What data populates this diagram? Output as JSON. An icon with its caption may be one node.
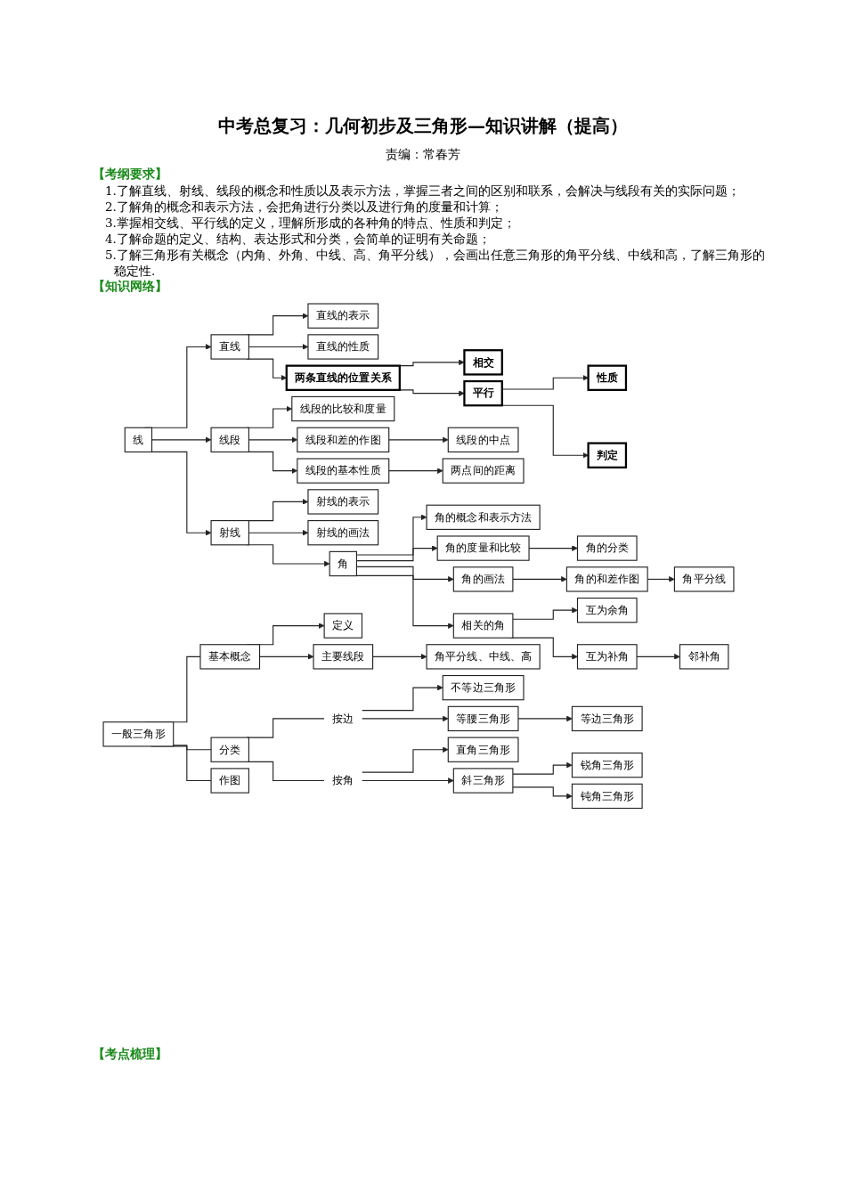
{
  "diagram": {
    "title": "中考总复习：几何初步及三角形—知识讲解（提高）",
    "nodes": [
      {
        "text": [
          "线"
        ]
      },
      {
        "text": [
          "直线"
        ]
      },
      {
        "text": [
          "直线的表示"
        ]
      },
      {
        "text": [
          "直线的性质"
        ]
      },
      {
        "text": [
          "两条直线的位置关系"
        ]
      },
      {
        "text": [
          "相交"
        ]
      },
      {
        "text": [
          "平行"
        ]
      },
      {
        "text": [
          "性质"
        ]
      },
      {
        "text": [
          "判定"
        ]
      },
      {
        "text": [
          "线段"
        ]
      },
      {
        "text": [
          "线段的比较和度量"
        ]
      },
      {
        "text": [
          "线段和差的作图"
        ]
      },
      {
        "text": [
          "线段的中点"
        ]
      },
      {
        "text": [
          "线段的基本性质"
        ]
      },
      {
        "text": [
          "两点间的距离"
        ]
      },
      {
        "text": [
          "射线"
        ]
      },
      {
        "text": [
          "射线的表示"
        ]
      },
      {
        "text": [
          "射线的画法"
        ]
      },
      {
        "text": [
          "角"
        ]
      },
      {
        "text": [
          "角的概念和表示方法"
        ]
      },
      {
        "text": [
          "角的度量和比较"
        ]
      },
      {
        "text": [
          "角的分类"
        ]
      },
      {
        "text": [
          "角的画法"
        ]
      },
      {
        "text": [
          "角的和差作图"
        ]
      },
      {
        "text": [
          "角平分线"
        ]
      },
      {
        "text": [
          "相关的角"
        ]
      },
      {
        "text": [
          "互为余角"
        ]
      },
      {
        "text": [
          "互为补角"
        ]
      },
      {
        "text": [
          "邻补角"
        ]
      },
      {
        "text": [
          "一般三角形"
        ]
      },
      {
        "text": [
          "基本概念"
        ]
      },
      {
        "text": [
          "定义"
        ]
      },
      {
        "text": [
          "主要线段"
        ]
      },
      {
        "text": [
          "角平分线、中线、高"
        ]
      },
      {
        "text": [
          "分类"
        ]
      },
      {
        "text": [
          "按边"
        ]
      },
      {
        "text": [
          "不等边三角形"
        ]
      },
      {
        "text": [
          "等腰三角形"
        ]
      },
      {
        "text": [
          "等边三角形"
        ]
      },
      {
        "text": [
          "按角"
        ]
      },
      {
        "text": [
          "直角三角形"
        ]
      },
      {
        "text": [
          "斜三角形"
        ]
      },
      {
        "text": [
          "锐角三角形"
        ]
      },
      {
        "text": [
          "钝角三角形"
        ]
      },
      {
        "text": [
          "作图"
        ]
      }
    ],
    "edges": [
      {
        "from": 0,
        "to": 1,
        "arrow": "to"
      },
      {
        "from": 0,
        "to": 9,
        "arrow": "to"
      },
      {
        "from": 0,
        "to": 15,
        "arrow": "to"
      },
      {
        "from": 1,
        "to": 2,
        "arrow": "to"
      },
      {
        "from": 1,
        "to": 3,
        "arrow": "to"
      },
      {
        "from": 1,
        "to": 4,
        "arrow": "to"
      },
      {
        "from": 4,
        "to": 5,
        "arrow": "to"
      },
      {
        "from": 4,
        "to": 6,
        "arrow": "to"
      },
      {
        "from": 6,
        "to": 7,
        "arrow": "to"
      },
      {
        "from": 6,
        "to": 8,
        "arrow": "to"
      },
      {
        "from": 9,
        "to": 10,
        "arrow": "to"
      },
      {
        "from": 9,
        "to": 11,
        "arrow": "to"
      },
      {
        "from": 9,
        "to": 13,
        "arrow": "to"
      },
      {
        "from": 11,
        "to": 12,
        "arrow": "to"
      },
      {
        "from": 13,
        "to": 14,
        "arrow": "to"
      },
      {
        "from": 15,
        "to": 16,
        "arrow": "to"
      },
      {
        "from": 15,
        "to": 17,
        "arrow": "to"
      },
      {
        "from": 15,
        "to": 18,
        "arrow": "to"
      },
      {
        "from": 18,
        "to": 19,
        "arrow": "to"
      },
      {
        "from": 18,
        "to": 20,
        "arrow": "to"
      },
      {
        "from": 18,
        "to": 22,
        "arrow": "to"
      },
      {
        "from": 18,
        "to": 25,
        "arrow": "to"
      },
      {
        "from": 20,
        "to": 21,
        "arrow": "to"
      },
      {
        "from": 22,
        "to": 23,
        "arrow": "to"
      },
      {
        "from": 23,
        "to": 24,
        "arrow": "to"
      },
      {
        "from": 25,
        "to": 26,
        "arrow": "to"
      },
      {
        "from": 25,
        "to": 27,
        "arrow": "to"
      },
      {
        "from": 27,
        "to": 28,
        "arrow": "to"
      },
      {
        "from": 29,
        "to": 30,
        "arrow": "none"
      },
      {
        "from": 29,
        "to": 34,
        "arrow": "none"
      },
      {
        "from": 29,
        "to": 44,
        "arrow": "none"
      },
      {
        "from": 30,
        "to": 31,
        "arrow": "to"
      },
      {
        "from": 30,
        "to": 32,
        "arrow": "to"
      },
      {
        "from": 32,
        "to": 33,
        "arrow": "to"
      },
      {
        "from": 34,
        "to": 35,
        "arrow": "none"
      },
      {
        "from": 34,
        "to": 39,
        "arrow": "none"
      },
      {
        "from": 35,
        "to": 36,
        "arrow": "to"
      },
      {
        "from": 35,
        "to": 37,
        "arrow": "to"
      },
      {
        "from": 37,
        "to": 38,
        "arrow": "to"
      },
      {
        "from": 39,
        "to": 40,
        "arrow": "to"
      },
      {
        "from": 39,
        "to": 41,
        "arrow": "to"
      },
      {
        "from": 41,
        "to": 42,
        "arrow": "to"
      },
      {
        "from": 41,
        "to": 43,
        "arrow": "to"
      }
    ],
    "labels": [
      "责编：常春芳",
      "【考纲要求】",
      "1.了解直线、射线、线段的概念和性质以及表示方法，掌握三者之间的区别和联系，会解决与线段有关的实际问题；",
      "2.了解角的概念和表示方法，会把角进行分类以及进行角的度量和计算；",
      "3.掌握相交线、平行线的定义，理解所形成的各种角的特点、性质和判定；",
      "4.了解命题的定义、结构、表达形式和分类，会简单的证明有关命题；",
      "5.了解三角形有关概念（内角、外角、中线、高、角平分线），会画出任意三角形的角平分线、中线和高，了解三角形的稳定性.",
      "【知识网络】",
      "【考点梳理】"
    ]
  }
}
